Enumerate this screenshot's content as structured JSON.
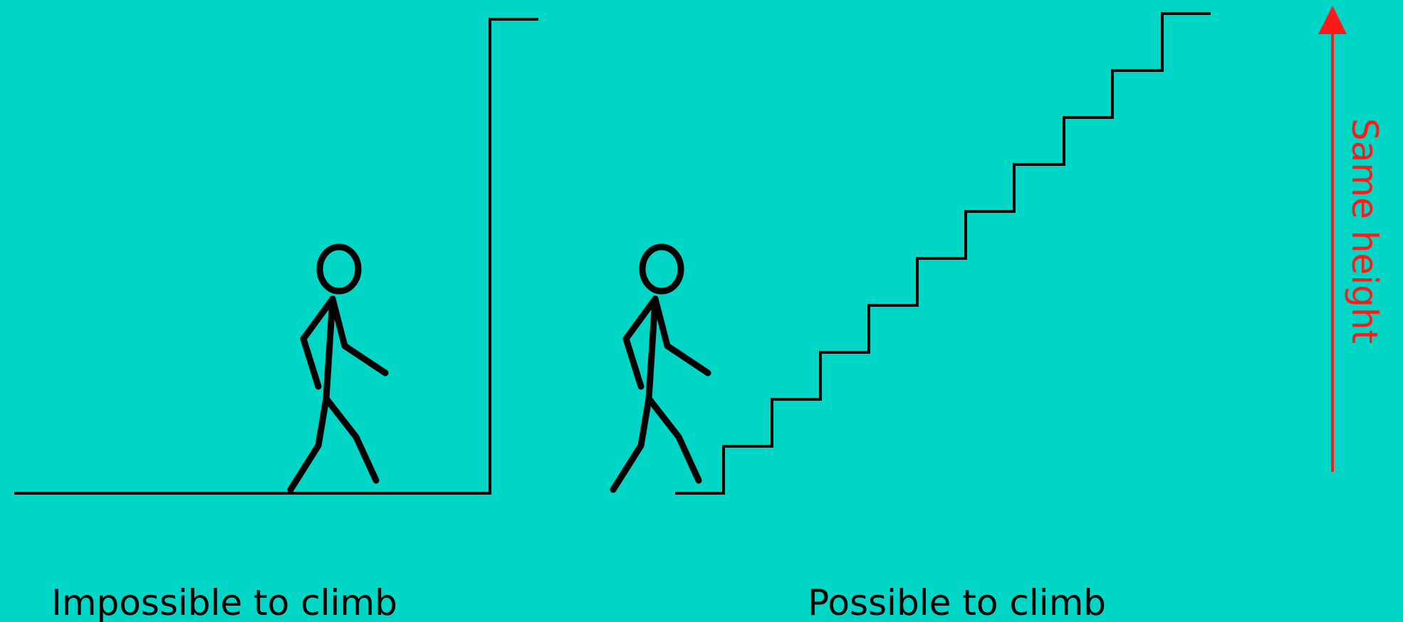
{
  "captions": {
    "left": "Impossible to climb",
    "right": "Possible to climb"
  },
  "side_label": "Same height",
  "colors": {
    "background": "#00d6c6",
    "lines": "#000000",
    "arrow": "#ff1a1a"
  },
  "icons": {
    "figures": "stick-figure-icon",
    "arrow": "up-arrow-icon"
  }
}
